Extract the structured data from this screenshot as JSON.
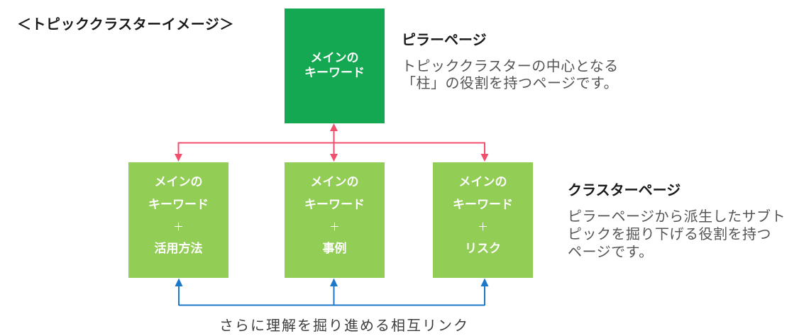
{
  "title": "＜トピッククラスターイメージ＞",
  "colors": {
    "pillar_green": "#14a852",
    "cluster_green": "#92cd55",
    "arrow_pink": "#f0506e",
    "arrow_blue": "#1e78c8",
    "title_text": "#1a1a1a",
    "note_heading": "#1a1a1a",
    "note_body": "#555555",
    "footer_text": "#3d3d3d",
    "box_text": "#ffffff"
  },
  "pillar_box": {
    "lines": [
      "メインの",
      "キーワード"
    ]
  },
  "pillar_note": {
    "heading": "ピラーページ",
    "body_lines": [
      "トピッククラスターの中心となる",
      "「柱」の役割を持つページです。"
    ]
  },
  "cluster_boxes": [
    {
      "lines": [
        "メインの",
        "キーワード",
        "＋",
        "活用方法"
      ]
    },
    {
      "lines": [
        "メインの",
        "キーワード",
        "＋",
        "事例"
      ]
    },
    {
      "lines": [
        "メインの",
        "キーワード",
        "＋",
        "リスク"
      ]
    }
  ],
  "cluster_note": {
    "heading": "クラスターページ",
    "body_lines": [
      "ピラーページから派生したサブト",
      "ピックを掘り下げる役割を持つ",
      "ページです。"
    ]
  },
  "footer_caption": "さらに理解を掘り進める相互リンク"
}
